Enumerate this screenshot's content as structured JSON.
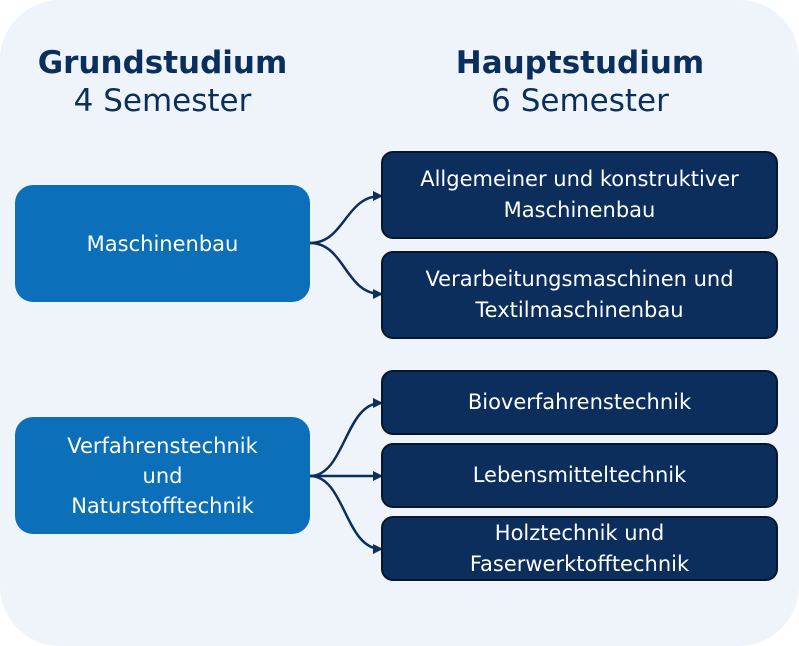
{
  "columns": {
    "left": {
      "heading": "Grundstudium",
      "subheading": "4 Semester"
    },
    "right": {
      "heading": "Hauptstudium",
      "subheading": "6 Semester"
    }
  },
  "sources": [
    {
      "label": "Maschinenbau"
    },
    {
      "label": "Verfahrenstechnik\nund\nNaturstofftechnik"
    }
  ],
  "targets": [
    {
      "label": "Allgemeiner und konstruktiver\nMaschinenbau"
    },
    {
      "label": "Verarbeitungsmaschinen und\nTextilmaschinenbau"
    },
    {
      "label": "Bioverfahrenstechnik"
    },
    {
      "label": "Lebensmitteltechnik"
    },
    {
      "label": "Holztechnik und\nFaserwerktofftechnik"
    }
  ],
  "colors": {
    "background": "#eef4fa",
    "heading": "#0a2f5c",
    "source_box": "#0c6fba",
    "target_box": "#0b2e5c",
    "connector": "#0b2e5c"
  }
}
